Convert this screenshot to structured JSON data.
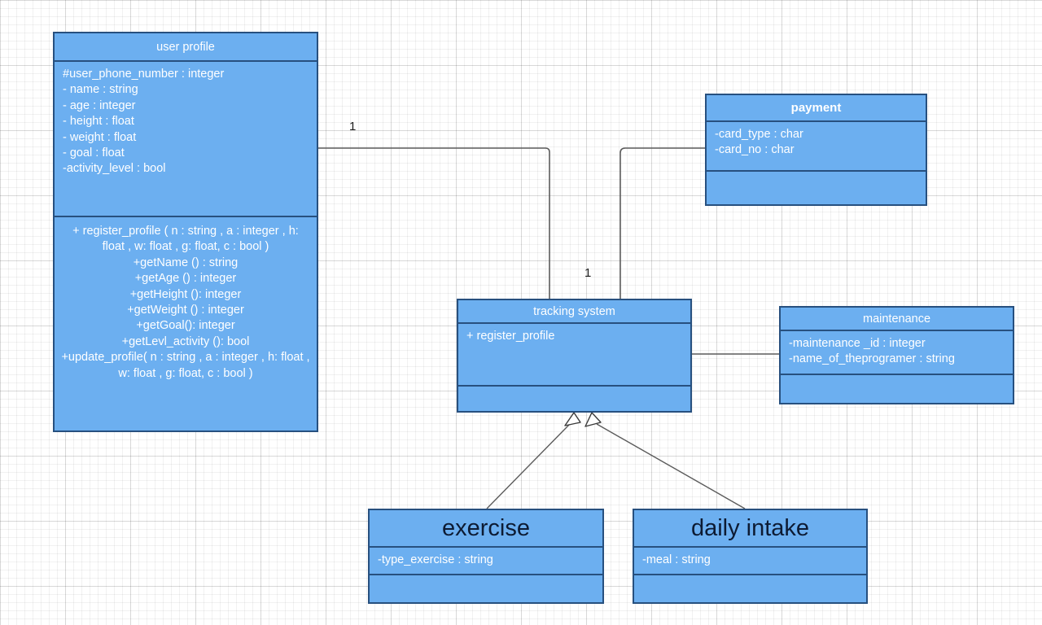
{
  "diagram": {
    "title": "UML Class Diagram",
    "style": {
      "class_fill": "#6CAFF0",
      "class_border": "#27507F",
      "class_text": "#ffffff",
      "dark_title_text": "#0d1b33",
      "edge_color": "#5b5b5b",
      "canvas_background": "#ffffff"
    }
  },
  "classes": {
    "user_profile": {
      "name": "user profile",
      "attributes": [
        "#user_phone_number : integer",
        "- name : string",
        "- age : integer",
        "- height : float",
        "- weight : float",
        "- goal : float",
        "-activity_level : bool"
      ],
      "operations": [
        "+ register_profile ( n : string , a : integer , h: float , w: float , g: float, c : bool )",
        "+getName () : string",
        "+getAge () : integer",
        "+getHeight (): integer",
        "+getWeight () : integer",
        "+getGoal(): integer",
        "+getLevl_activity (): bool",
        "+update_profile( n : string , a : integer , h: float , w: float , g: float, c : bool )"
      ]
    },
    "payment": {
      "name": "payment",
      "attributes": [
        "-card_type : char",
        "-card_no : char"
      ],
      "operations": []
    },
    "tracking_system": {
      "name": "tracking system",
      "attributes": [
        "+ register_profile"
      ],
      "operations": []
    },
    "maintenance": {
      "name": "maintenance",
      "attributes": [
        "-maintenance _id : integer",
        "-name_of_theprogramer : string"
      ],
      "operations": []
    },
    "exercise": {
      "name": "exercise",
      "attributes": [
        "-type_exercise : string"
      ],
      "operations": []
    },
    "daily_intake": {
      "name": "daily intake",
      "attributes": [
        "-meal : string"
      ],
      "operations": []
    }
  },
  "edges": {
    "user_profile_to_tracking": {
      "multiplicity_source": "1",
      "multiplicity_target": "1",
      "type": "association"
    },
    "payment_to_tracking": {
      "type": "association"
    },
    "tracking_to_maintenance": {
      "type": "association"
    },
    "exercise_to_tracking": {
      "type": "generalization"
    },
    "daily_intake_to_tracking": {
      "type": "generalization"
    }
  }
}
